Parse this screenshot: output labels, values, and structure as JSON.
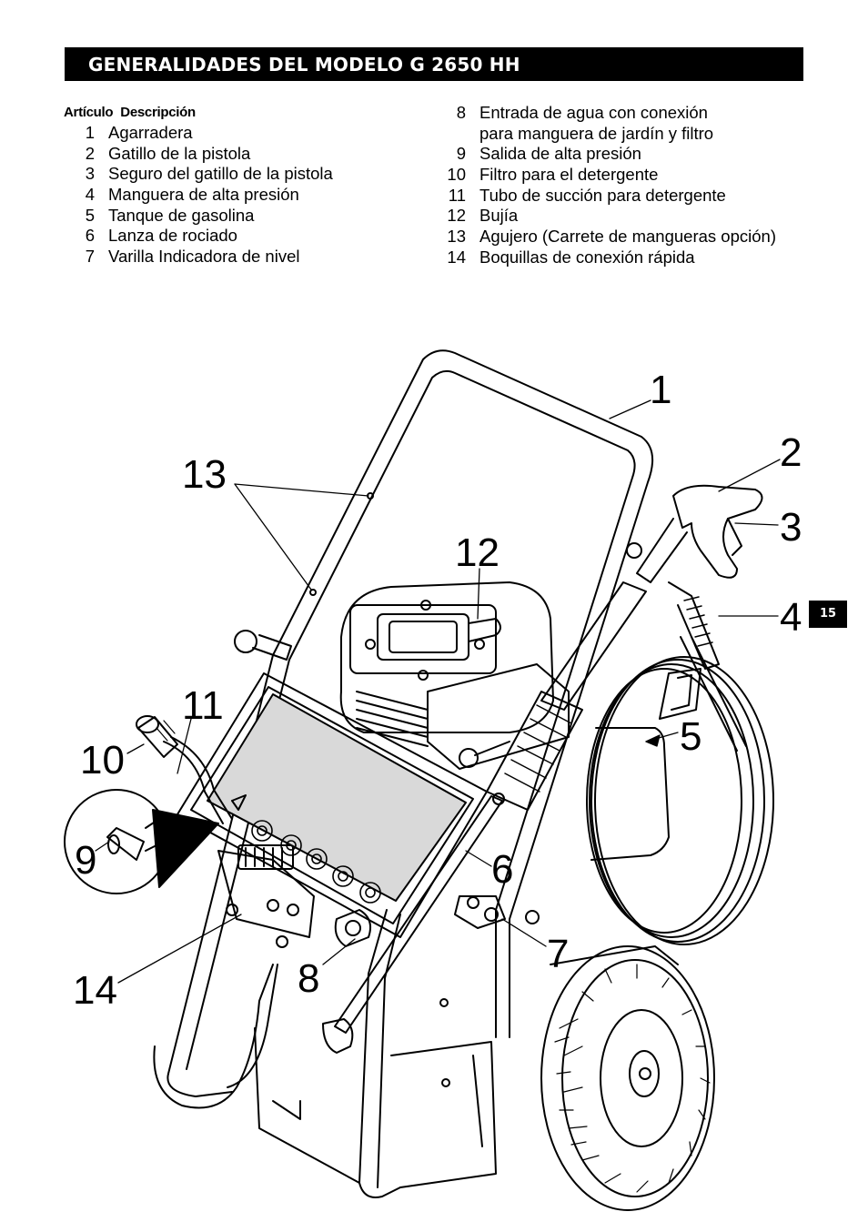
{
  "header": {
    "title": "GENERALIDADES DEL MODELO G 2650 HH"
  },
  "columns": {
    "article": "Artículo",
    "description": "Descripción"
  },
  "parts_left": [
    {
      "num": "1",
      "desc": "Agarradera"
    },
    {
      "num": "2",
      "desc": "Gatillo de la pistola"
    },
    {
      "num": "3",
      "desc": "Seguro del gatillo de la pistola"
    },
    {
      "num": "4",
      "desc": "Manguera de alta presión"
    },
    {
      "num": "5",
      "desc": "Tanque de gasolina"
    },
    {
      "num": "6",
      "desc": "Lanza de rociado"
    },
    {
      "num": "7",
      "desc": "Varilla Indicadora de nivel"
    }
  ],
  "parts_right": [
    {
      "num": "8",
      "desc": "Entrada de agua con conexión"
    },
    {
      "num": "",
      "desc": "para manguera de jardín y filtro"
    },
    {
      "num": "9",
      "desc": "Salida de alta presión"
    },
    {
      "num": "10",
      "desc": "Filtro para el detergente"
    },
    {
      "num": "11",
      "desc": "Tubo de succión para detergente"
    },
    {
      "num": "12",
      "desc": "Bujía"
    },
    {
      "num": "13",
      "desc": "Agujero (Carrete de mangueras opción)"
    },
    {
      "num": "14",
      "desc": "Boquillas de conexión rápida"
    }
  ],
  "page_number": "15",
  "figure": {
    "callouts": {
      "c1": "1",
      "c2": "2",
      "c3": "3",
      "c4": "4",
      "c5": "5",
      "c6": "6",
      "c7": "7",
      "c8": "8",
      "c9": "9",
      "c10": "10",
      "c11": "11",
      "c12": "12",
      "c13": "13",
      "c14": "14"
    }
  }
}
